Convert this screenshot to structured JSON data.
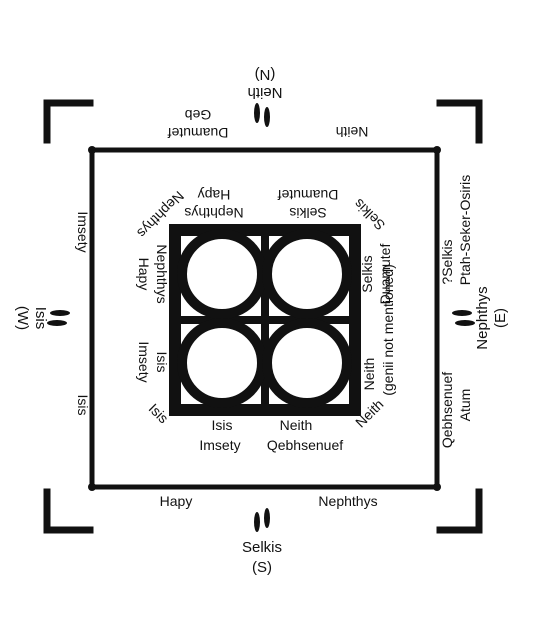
{
  "outer_labels": {
    "north": {
      "line1": "Neith",
      "line2": "(N)"
    },
    "south": {
      "line1": "Selkis",
      "line2": "(S)"
    },
    "west": {
      "line1": "Isis",
      "line2": "(W)"
    },
    "east": {
      "line1": "Nephthys",
      "line2": "(E)"
    }
  },
  "frame_labels": {
    "top_left_1": "Duamutef",
    "top_left_2": "Geb",
    "top_right": "Neith",
    "bottom_left": "Hapy",
    "bottom_right": "Nephthys",
    "left_upper": "Imsety",
    "left_lower": "Isis",
    "right_1": "?Selkis",
    "right_2": "Ptah-Seker-Osiris",
    "right_3": "Qebhsenuef",
    "right_4": "Atum"
  },
  "inner_labels": {
    "top_left_1": "Nephthys",
    "top_left_2": "Hapy",
    "top_right_1": "Selkis",
    "top_right_2": "Duamutef",
    "corner_nw": "Nephthys",
    "corner_ne": "Selkis",
    "corner_sw": "Isis",
    "corner_se": "Neith",
    "left_1": "Nephthys",
    "left_2": "Hapy",
    "left_3": "Isis",
    "left_4": "Imsety",
    "right_1": "Selkis",
    "right_2": "Duamutef",
    "right_3": "Neith",
    "right_4": "(genii not mentioned)",
    "bottom_1": "Isis",
    "bottom_2": "Imsety",
    "bottom_3": "Neith",
    "bottom_4": "Qebhsenuef"
  }
}
